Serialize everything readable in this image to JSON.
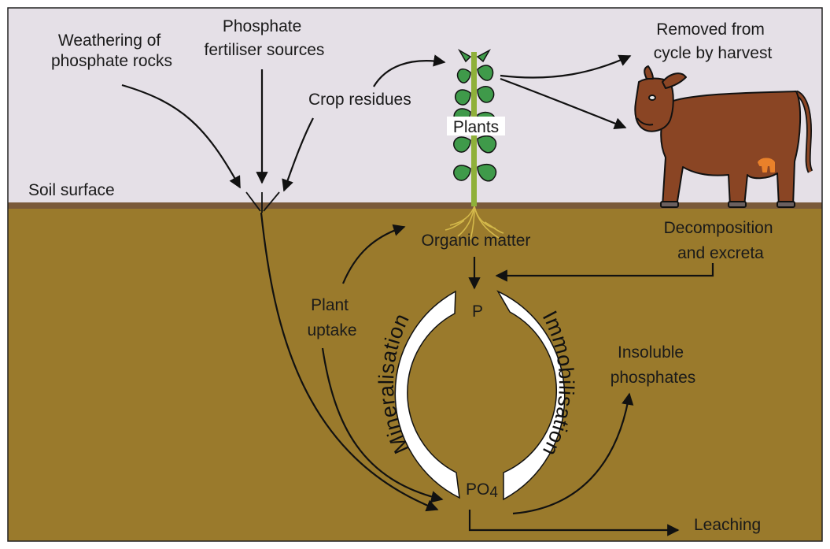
{
  "labels": {
    "weathering": [
      "Weathering of",
      "phosphate rocks"
    ],
    "fertiliser": [
      "Phosphate",
      "fertiliser sources"
    ],
    "crop_residues": "Crop residues",
    "plants": "Plants",
    "removed": [
      "Removed from",
      "cycle by harvest"
    ],
    "soil_surface": "Soil surface",
    "organic_matter": "Organic matter",
    "decomposition": [
      "Decomposition",
      "and excreta"
    ],
    "plant_uptake": [
      "Plant",
      "uptake"
    ],
    "p": "P",
    "po4_main": "PO",
    "po4_sub": "4",
    "insoluble": [
      "Insoluble",
      "phosphates"
    ],
    "leaching": "Leaching",
    "mineralisation": "Mineralisation",
    "immobilisation": "Immobilisation"
  },
  "colors": {
    "sky": "#e5e0e7",
    "soil": "#9a7a2c",
    "soil_line": "#7a5a3a",
    "stem": "#8fb03a",
    "leaf": "#3f9a4a",
    "root": "#d4b94a",
    "cow": "#8a4524",
    "udder": "#e9812a"
  }
}
